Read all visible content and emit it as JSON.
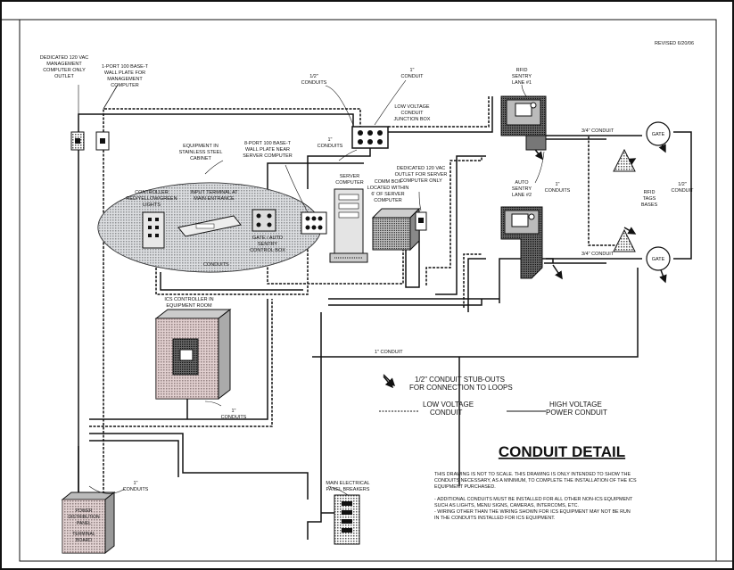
{
  "revised": "REVISED 6/20/06",
  "labels": {
    "dedicated_mgmt_outlet": [
      "DEDICATED 120 VAC",
      "MANAGEMENT",
      "COMPUTER ONLY",
      "OUTLET"
    ],
    "wall_plate_mgmt": [
      "1-PORT 100 BASE-T",
      "WALL PLATE FOR",
      "MANAGEMENT",
      "COMPUTER"
    ],
    "conduits_half_top": [
      "1/2\"",
      "CONDUITS"
    ],
    "conduit_1_top": [
      "1\"",
      "CONDUIT"
    ],
    "low_voltage_box": [
      "LOW VOLTAGE",
      "CONDUIT",
      "JUNCTION BOX"
    ],
    "rfid_lane1": [
      "RFID",
      "SENTRY",
      "LANE #1"
    ],
    "auto_lane2": [
      "AUTO",
      "SENTRY",
      "LANE #2"
    ],
    "conduit_34_top": "3/4\" CONDUIT",
    "conduit_34_bottom": "3/4\" CONDUIT",
    "gate": "GATE",
    "half_conduit_right": [
      "1/2\"",
      "CONDUIT"
    ],
    "rfid_tags": [
      "RFID",
      "TAGS",
      "BASES"
    ],
    "conduits_1_mid": [
      "1\"",
      "CONDUITS"
    ],
    "conduits_1_right": [
      "1\"",
      "CONDUITS"
    ],
    "equipment_cabinet": [
      "EQUIPMENT IN",
      "STAINLESS STEEL",
      "CABINET"
    ],
    "wall_plate_server": [
      "8-PORT 100 BASE-T",
      "WALL PLATE NEAR",
      "SERVER COMPUTER"
    ],
    "dedicated_server_outlet": [
      "DEDICATED 120 VAC",
      "OUTLET FOR SERVER",
      "COMPUTER ONLY"
    ],
    "server_computer": [
      "SERVER",
      "COMPUTER"
    ],
    "comm_box": [
      "COMM BOX",
      "LOCATED WITHIN",
      "6' OF SERVER",
      "COMPUTER"
    ],
    "controller": [
      "CONTROLLER",
      "RED/YELLOW/GREEN",
      "LIGHTS"
    ],
    "input_terminal": [
      "INPUT TERMINAL AT",
      "MAIN ENTRANCE"
    ],
    "gate_auto": [
      "GATE / AUTO",
      "SENTRY",
      "CONTROL BOX"
    ],
    "conduits_small": "CONDUITS",
    "ics_controller": [
      "ICS CONTROLLER IN",
      "EQUIPMENT ROOM"
    ],
    "conduits_1_left": [
      "1\"",
      "CONDUITS"
    ],
    "conduits_1_bottom_left": [
      "1\"",
      "CONDUITS"
    ],
    "conduit_1_mid": "1\" CONDUIT",
    "power_distribution": [
      "POWER",
      "DISTRIBUTION",
      "PANEL",
      "TERMINAL",
      "BOARD"
    ],
    "main_electrical": [
      "MAIN ELECTRICAL",
      "PANEL BREAKERS"
    ]
  },
  "legend": {
    "stubouts": [
      "1/2\" CONDUIT STUB-OUTS",
      "FOR CONNECTION TO LOOPS"
    ],
    "low_voltage": [
      "LOW VOLTAGE",
      "CONDUIT"
    ],
    "high_voltage": [
      "HIGH VOLTAGE",
      "POWER CONDUIT"
    ]
  },
  "title": "CONDUIT DETAIL",
  "notes": [
    "THIS DRAWING IS NOT TO SCALE. THIS DRAWING IS ONLY INTENDED TO SHOW THE",
    "CONDUITS NECESSARY, AS A MINIMUM, TO COMPLETE THE INSTALLATION OF THE ICS",
    "EQUIPMENT PURCHASED.",
    "",
    "- ADDITIONAL CONDUITS MUST BE INSTALLED FOR ALL OTHER NON-ICS EQUIPMENT",
    "SUCH AS LIGHTS, MENU SIGNS, CAMERAS, INTERCOMS, ETC.",
    "- WIRING OTHER THAN THE WIRING SHOWN FOR ICS EQUIPMENT MAY NOT BE RUN",
    "IN THE CONDUITS INSTALLED FOR ICS EQUIPMENT."
  ]
}
